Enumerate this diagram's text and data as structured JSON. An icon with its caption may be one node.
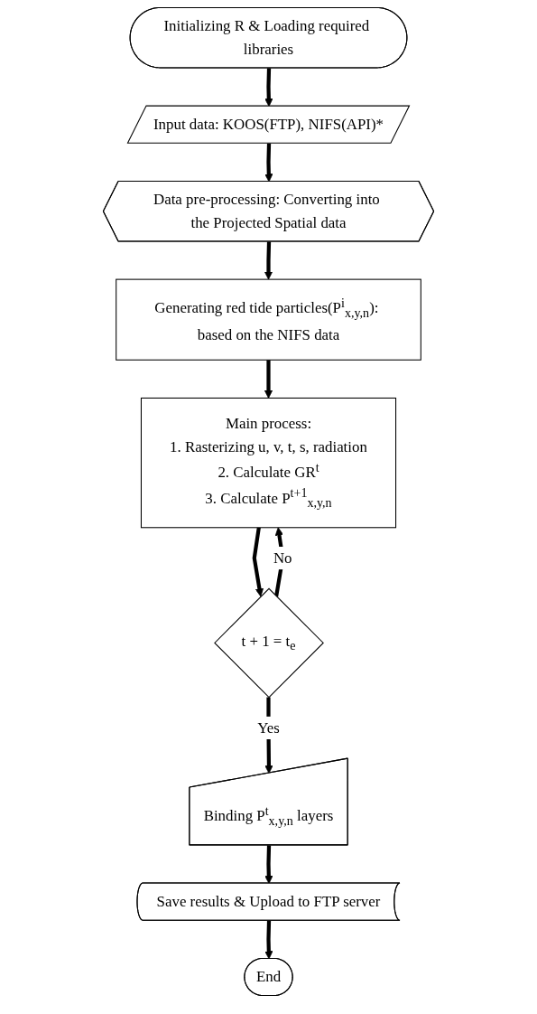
{
  "diagram": {
    "nodes": [
      {
        "text": [
          "Initializing R & Loading required libraries"
        ]
      },
      {
        "text": [
          "Input data: KOOS(FTP), NIFS(API)*"
        ]
      },
      {
        "text": [
          "Data pre-processing: Converting into the Projected Spatial data"
        ]
      },
      {
        "text": [
          "Generating red tide particles(P$^{i}$$_{x,y,n}$): based on the NIFS data"
        ]
      },
      {
        "text": [
          "Main process:",
          "1. Rasterizing u, v, t, s, radiation",
          "2. Calculate GR$^{t}$",
          "3. Calculate P$^{t+1}$$_{x,y,n}$"
        ]
      },
      {
        "text": [
          "t + 1 = t$_{e}$"
        ]
      },
      {
        "text": [
          "Binding P$^{t}$$_{x,y,n}$ layers"
        ]
      },
      {
        "text": [
          "Save results & Upload to FTP server"
        ]
      },
      {
        "text": [
          "End"
        ]
      }
    ],
    "edges": [
      {
        "from": 0,
        "to": 1,
        "arrow": "to"
      },
      {
        "from": 1,
        "to": 2,
        "arrow": "to"
      },
      {
        "from": 2,
        "to": 3,
        "arrow": "to"
      },
      {
        "from": 3,
        "to": 4,
        "arrow": "to"
      },
      {
        "from": 4,
        "to": 5,
        "arrow": "to"
      },
      {
        "from": 5,
        "to": 4,
        "arrow": "to",
        "label": "No"
      },
      {
        "from": 5,
        "to": 6,
        "arrow": "to",
        "label": "Yes"
      },
      {
        "from": 6,
        "to": 7,
        "arrow": "to"
      },
      {
        "from": 7,
        "to": 8,
        "arrow": "to"
      }
    ]
  }
}
